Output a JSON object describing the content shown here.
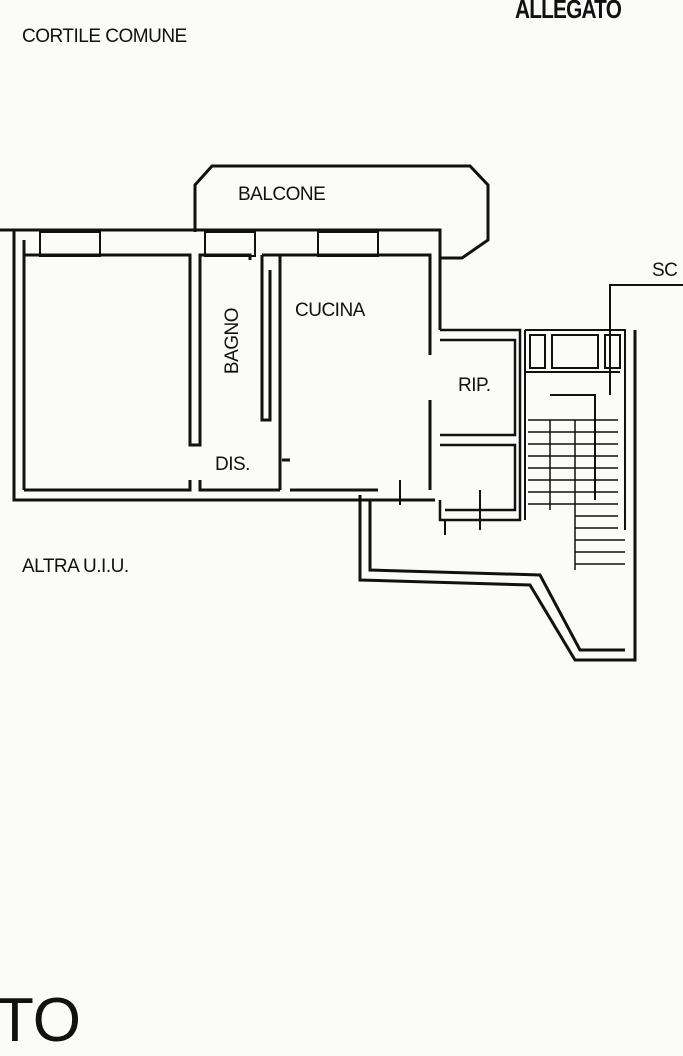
{
  "header": {
    "allegato": "ALLEGATO",
    "cortile": "CORTILE COMUNE"
  },
  "rooms": {
    "balcone": "BALCONE",
    "bagno": "BAGNO",
    "cucina": "CUCINA",
    "rip": "RIP.",
    "dis": "DIS.",
    "altra": "ALTRA U.I.U.",
    "sc": "SC"
  },
  "footer": {
    "fragment": "TO"
  }
}
